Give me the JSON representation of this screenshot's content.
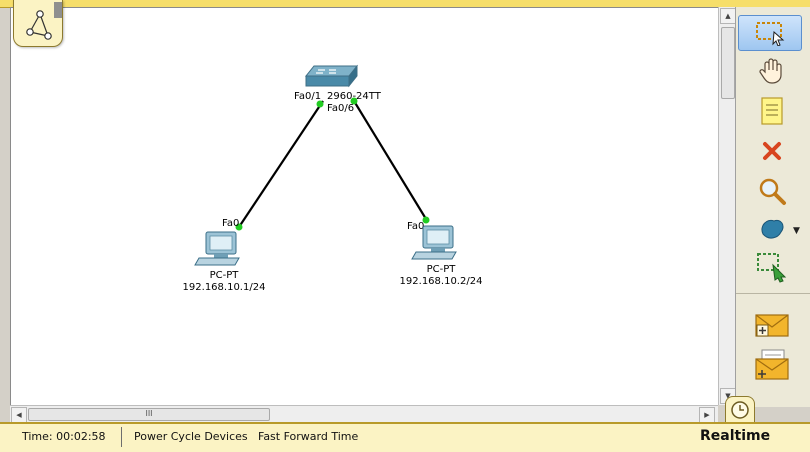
{
  "topology": {
    "switch": {
      "model_label": "2960-24TT",
      "port_left": "Fa0/1",
      "port_right": "Fa0/6"
    },
    "pcs": [
      {
        "name": "PC-PT",
        "ip": "192.168.10.1/24",
        "port": "Fa0"
      },
      {
        "name": "PC-PT",
        "ip": "192.168.10.2/24",
        "port": "Fa0"
      }
    ],
    "link_color": "#000000",
    "link_light_color": "#22cc22"
  },
  "scrollbar": {
    "hthumb_grip": "III"
  },
  "toolbar": {
    "tools": [
      {
        "name": "select-tool",
        "icon": "dashed-rectangle-arrow-icon",
        "active": true
      },
      {
        "name": "move-layout-tool",
        "icon": "hand-icon"
      },
      {
        "name": "place-note-tool",
        "icon": "note-icon"
      },
      {
        "name": "delete-tool",
        "icon": "x-icon"
      },
      {
        "name": "inspect-tool",
        "icon": "magnifier-icon"
      },
      {
        "name": "draw-shape-tool",
        "icon": "shape-blob-icon"
      },
      {
        "name": "resize-shape-tool",
        "icon": "resize-arrow-icon"
      },
      {
        "name": "add-simple-pdu-tool",
        "icon": "envelope-plus-icon"
      },
      {
        "name": "add-complex-pdu-tool",
        "icon": "envelope-doc-icon"
      }
    ]
  },
  "statusbar": {
    "time_label": "Time: 00:02:58",
    "power_cycle_label": "Power Cycle Devices",
    "fast_forward_label": "Fast Forward Time",
    "mode_label": "Realtime"
  },
  "colors": {
    "status_bar_bg": "#fbf3c4",
    "workspace_bg": "#ffffff",
    "accent_yellow": "#f6de6a"
  }
}
